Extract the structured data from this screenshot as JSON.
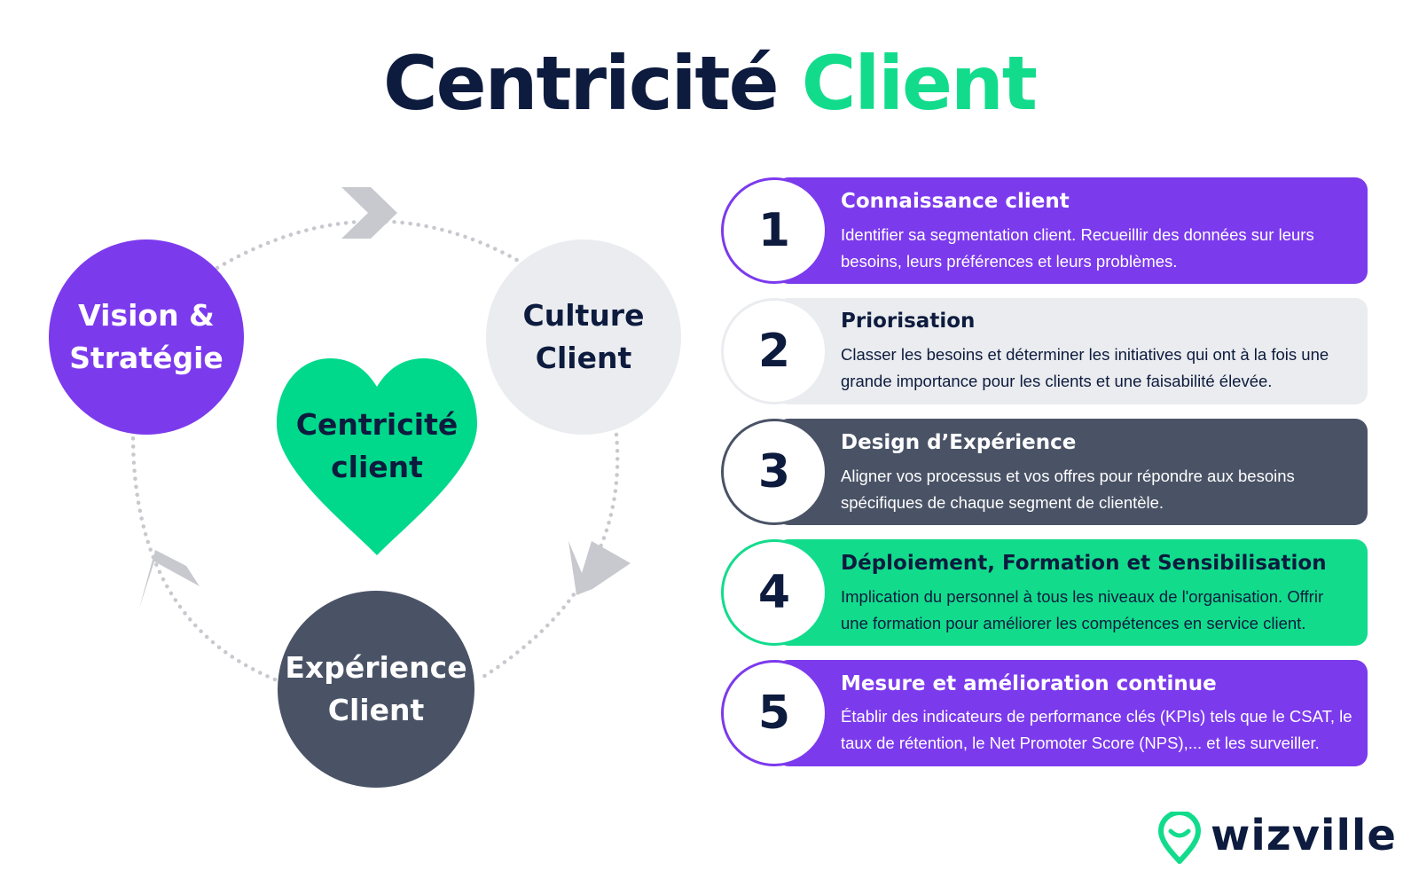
{
  "title": {
    "part1": "Centricité",
    "part2": "Client"
  },
  "colors": {
    "navy": "#0d1b3e",
    "green": "#12dc8c",
    "purple": "#7c3aed",
    "light_gray": "#eaecef",
    "dark_slate": "#4a5366",
    "arrow_gray": "#c7c9ce"
  },
  "cycle": {
    "vision": "Vision &\nStratégie",
    "culture": "Culture\nClient",
    "experience": "Expérience\nClient",
    "center": "Centricité\nclient"
  },
  "steps": [
    {
      "number": "1",
      "title": "Connaissance client",
      "description": "Identifier sa segmentation client. Recueillir des données sur leurs besoins, leurs préférences et leurs problèmes."
    },
    {
      "number": "2",
      "title": "Priorisation",
      "description": "Classer les besoins et déterminer les initiatives qui ont à la fois une grande importance pour les clients et une faisabilité élevée."
    },
    {
      "number": "3",
      "title": "Design d’Expérience",
      "description": "Aligner vos processus et vos offres pour répondre aux besoins spécifiques de chaque segment de clientèle."
    },
    {
      "number": "4",
      "title": "Déploiement, Formation et Sensibilisation",
      "description": "Implication du personnel à tous les niveaux de l'organisation. Offrir une formation pour améliorer les compétences en service client."
    },
    {
      "number": "5",
      "title": "Mesure et amélioration continue",
      "description": "Établir des indicateurs de performance clés (KPIs) tels que le CSAT, le taux de rétention, le Net Promoter Score (NPS),... et les surveiller."
    }
  ],
  "logo": {
    "name": "wizville",
    "icon": "location-smile-icon"
  }
}
